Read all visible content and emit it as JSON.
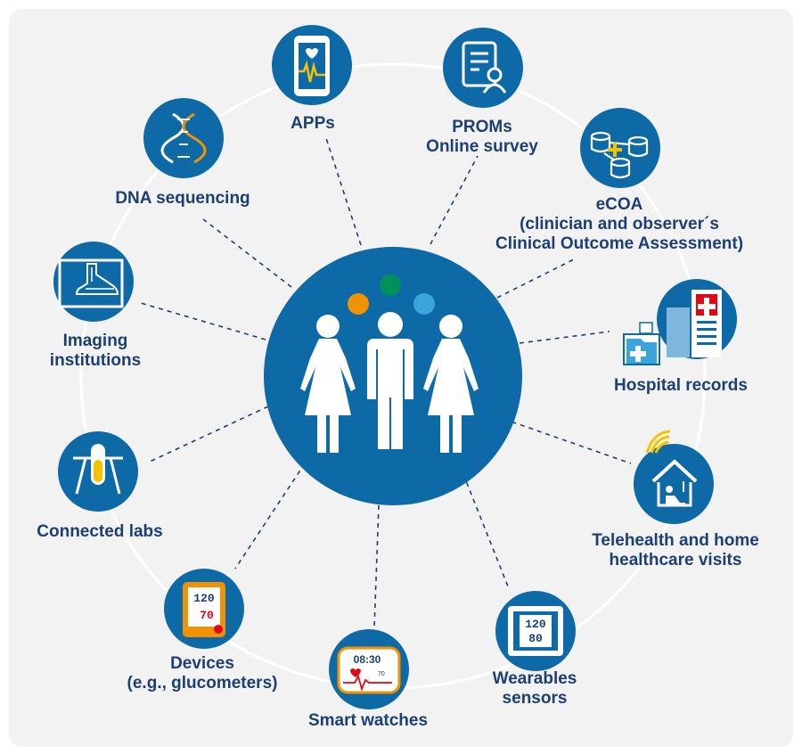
{
  "colors": {
    "navy": "#1c3f74",
    "blue": "#0e6aa6",
    "orange": "#f39200",
    "green": "#00915a",
    "light_blue": "#3aa4dc"
  },
  "center": {
    "icon": "people-group-icon"
  },
  "nodes": [
    {
      "id": "apps",
      "icon": "phone-heart-icon",
      "label": [
        "APPs"
      ]
    },
    {
      "id": "proms",
      "icon": "survey-form-icon",
      "label": [
        "PROMs",
        "Online survey"
      ]
    },
    {
      "id": "ecoa",
      "icon": "database-network-icon",
      "label": [
        "eCOA",
        "(clinician and observer´s",
        "Clinical Outcome Assessment)"
      ]
    },
    {
      "id": "hospital",
      "icon": "hospital-building-icon",
      "label": [
        "Hospital records"
      ]
    },
    {
      "id": "telehealth",
      "icon": "home-care-icon",
      "label": [
        "Telehealth and home",
        "healthcare visits"
      ]
    },
    {
      "id": "wearables",
      "icon": "wearable-sensor-icon",
      "label": [
        "Wearables",
        "sensors"
      ],
      "display": [
        "120",
        "80"
      ]
    },
    {
      "id": "smartwatch",
      "icon": "smart-watch-icon",
      "label": [
        "Smart watches"
      ],
      "display": [
        "08:30",
        "70"
      ]
    },
    {
      "id": "devices",
      "icon": "glucometer-icon",
      "label": [
        "Devices",
        "(e.g., glucometers)"
      ],
      "display": [
        "120",
        "70"
      ]
    },
    {
      "id": "labs",
      "icon": "test-tube-icon",
      "label": [
        "Connected labs"
      ]
    },
    {
      "id": "imaging",
      "icon": "xray-foot-icon",
      "label": [
        "Imaging",
        "institutions"
      ]
    },
    {
      "id": "dna",
      "icon": "dna-helix-icon",
      "label": [
        "DNA sequencing"
      ]
    }
  ]
}
